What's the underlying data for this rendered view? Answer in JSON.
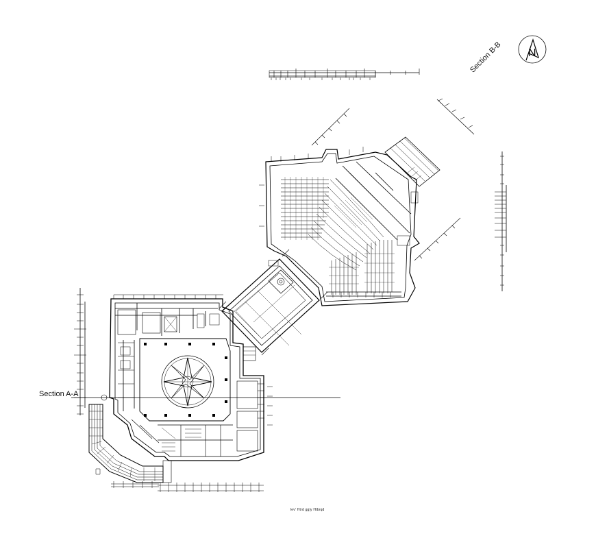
{
  "drawing": {
    "section_a_label": "Section A-A",
    "section_b_label": "Section B-B",
    "north_arrow_letter": "N",
    "caption": "lev' Htrd gg|y Htbrqd",
    "line_color": "#000000",
    "background_color": "#ffffff"
  }
}
